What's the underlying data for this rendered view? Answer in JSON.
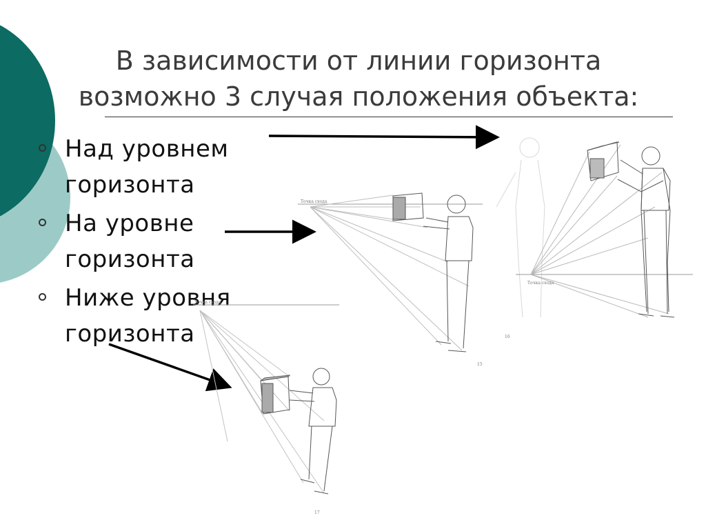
{
  "slide": {
    "title_line1": "В зависимости от линии горизонта",
    "title_line2": "возможно 3 случая положения объекта:",
    "bullets": [
      {
        "line1": "Над уровнем",
        "line2": "горизонта"
      },
      {
        "line1": "На уровне",
        "line2": "горизонта"
      },
      {
        "line1": "Ниже  уровня",
        "line2": "горизонта"
      }
    ]
  },
  "colors": {
    "accent_dark": "#0c6b62",
    "accent_light": "#9ccbc7",
    "text": "#111111",
    "title": "#3b3b3b"
  },
  "icons": {
    "bullet": "hollow-circle-bullet-icon",
    "arrow": "arrow-right-icon"
  },
  "figures": {
    "top_right": {
      "page_number": "16",
      "label_point": "Точка схода"
    },
    "middle": {
      "page_number": "15",
      "label_point": "Точка схода"
    },
    "bottom": {
      "page_number": "17",
      "label_point": "Точка схода"
    }
  }
}
